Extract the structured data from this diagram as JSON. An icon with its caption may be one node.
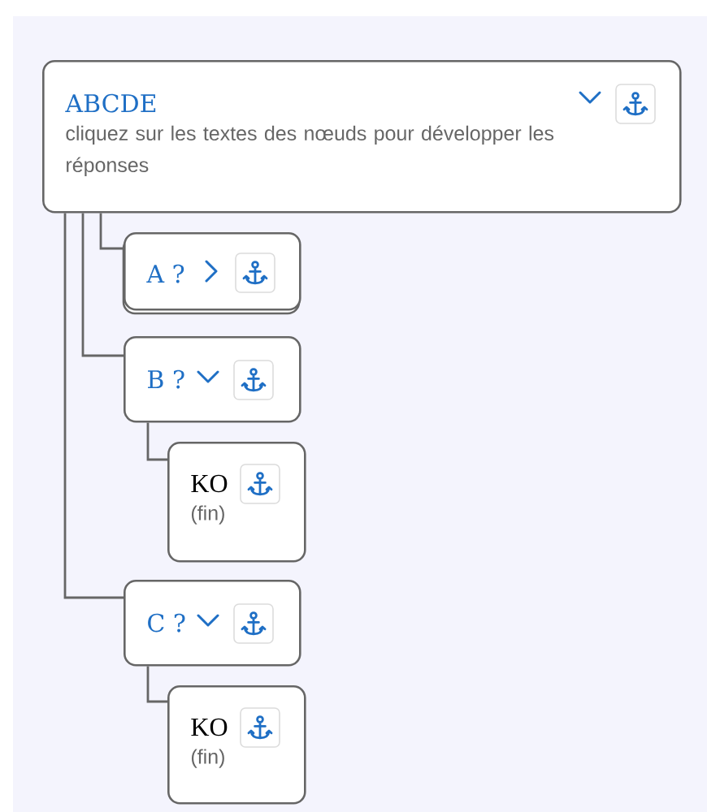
{
  "diagram": {
    "nodes": [
      {
        "text": [
          "ABCDE",
          "cliquez sur les textes des nœuds pour développer les réponses"
        ]
      },
      {
        "text": [
          "A ?"
        ]
      },
      {
        "text": [
          "B ?"
        ]
      },
      {
        "text": [
          "KO",
          "(fin)"
        ]
      },
      {
        "text": [
          "C ?"
        ]
      },
      {
        "text": [
          "KO",
          "(fin)"
        ]
      }
    ],
    "edges": [
      {
        "from": 0,
        "to": 1,
        "arrow": "none"
      },
      {
        "from": 0,
        "to": 2,
        "arrow": "none"
      },
      {
        "from": 0,
        "to": 4,
        "arrow": "none"
      },
      {
        "from": 2,
        "to": 3,
        "arrow": "none"
      },
      {
        "from": 4,
        "to": 5,
        "arrow": "none"
      }
    ]
  }
}
